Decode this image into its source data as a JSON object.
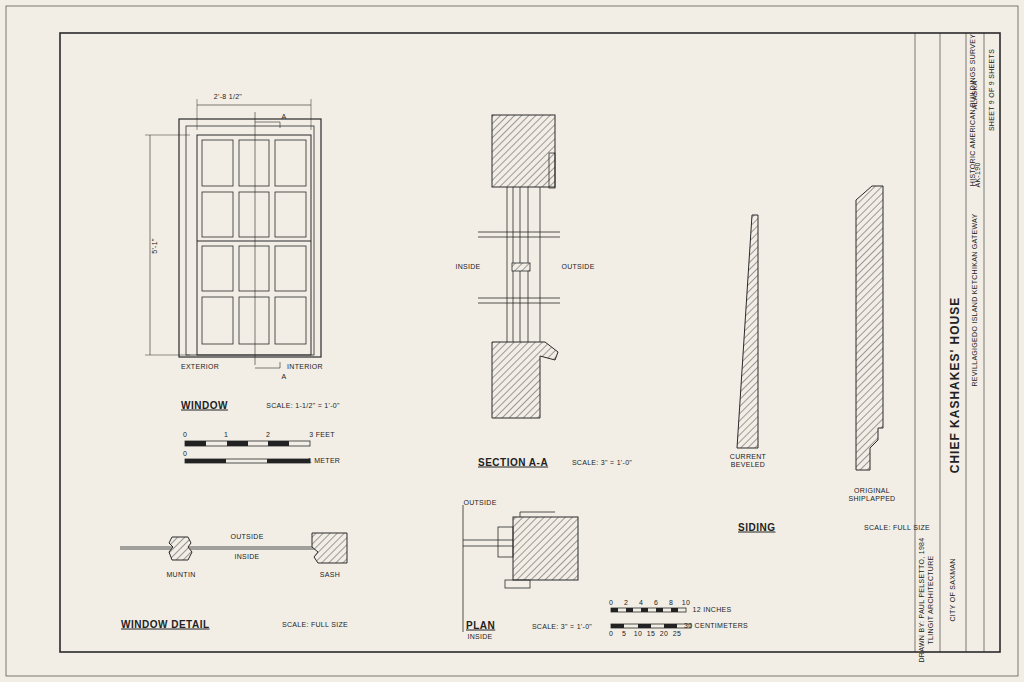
{
  "diagram": {
    "title": "CHIEF KASHAKES' HOUSE",
    "labels": [
      "2'-8 1/2\"",
      "A",
      "5'-1\"",
      "EXTERIOR",
      "INTERIOR",
      "A",
      "WINDOW",
      "SCALE: 1-1/2\" = 1'-0\"",
      "0",
      "1",
      "2",
      "3 FEET",
      "0",
      "1 METER",
      "INSIDE",
      "OUTSIDE",
      "SECTION A-A",
      "SCALE: 3\" = 1'-0\"",
      "CURRENT BEVELED",
      "ORIGINAL SHIPLAPPED",
      "SIDING",
      "SCALE: FULL SIZE",
      "OUTSIDE",
      "INSIDE",
      "MUNTIN",
      "SASH",
      "WINDOW DETAIL",
      "SCALE: FULL SIZE",
      "OUTSIDE",
      "INSIDE",
      "PLAN",
      "SCALE: 3\" = 1'-0\"",
      "0",
      "2",
      "4",
      "6",
      "8",
      "10",
      "12 INCHES",
      "0",
      "5",
      "10",
      "15",
      "20",
      "25",
      "30 CENTIMETERS",
      "REVILLAGIGEDO ISLAND KETCHIKAN GATEWAY",
      "ALASKA",
      "CITY OF SAXMAN",
      "TLINGIT ARCHITECTURE",
      "DRAWN BY: PAUL PELSETTO, 1984",
      "HISTORIC AMERICAN BUILDINGS SURVEY",
      "SHEET 9 OF 9 SHEETS",
      "AK-190"
    ]
  }
}
